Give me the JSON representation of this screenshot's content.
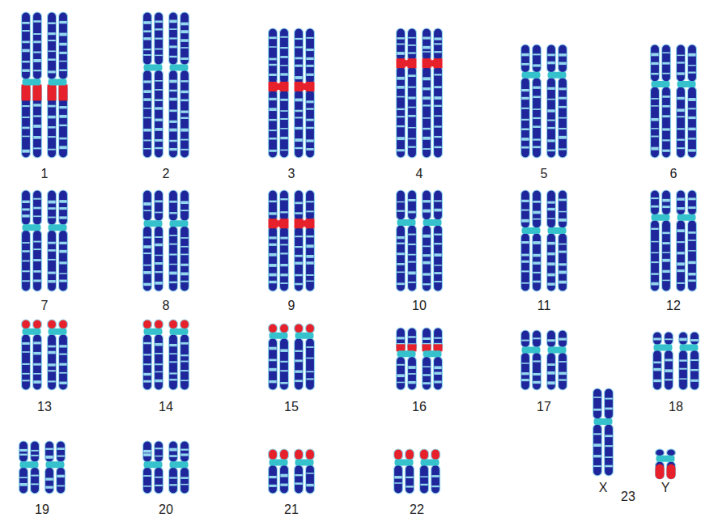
{
  "diagram": {
    "labels": [
      "1",
      "2",
      "3",
      "4",
      "5",
      "6",
      "7",
      "8",
      "9",
      "10",
      "11",
      "12",
      "13",
      "14",
      "15",
      "16",
      "17",
      "18",
      "19",
      "20",
      "21",
      "22",
      "X",
      "23",
      "Y"
    ]
  }
}
